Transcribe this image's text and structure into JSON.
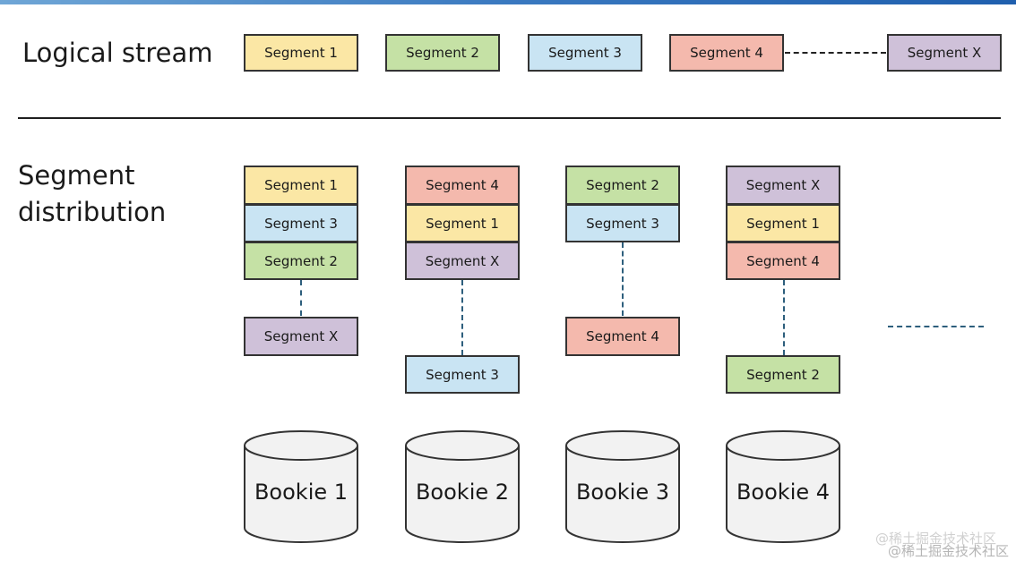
{
  "headings": {
    "logical_stream": "Logical stream",
    "segment_distribution_line1": "Segment",
    "segment_distribution_line2": "distribution"
  },
  "colors": {
    "Segment 1": "#fbe7a5",
    "Segment 2": "#c5e1a5",
    "Segment 3": "#c9e4f3",
    "Segment 4": "#f4b9ad",
    "Segment X": "#cfc1d9"
  },
  "logical_stream": [
    "Segment 1",
    "Segment 2",
    "Segment 3",
    "Segment 4",
    "Segment X"
  ],
  "bookies": [
    {
      "label": "Bookie 1",
      "stack": [
        "Segment 1",
        "Segment 3",
        "Segment 2"
      ],
      "tail": "Segment X"
    },
    {
      "label": "Bookie 2",
      "stack": [
        "Segment 4",
        "Segment 1",
        "Segment X"
      ],
      "tail": "Segment 3"
    },
    {
      "label": "Bookie 3",
      "stack": [
        "Segment 2",
        "Segment 3"
      ],
      "tail": "Segment 4"
    },
    {
      "label": "Bookie 4",
      "stack": [
        "Segment X",
        "Segment 1",
        "Segment 4"
      ],
      "tail": "Segment 2"
    }
  ],
  "watermark": "@稀土掘金技术社区"
}
